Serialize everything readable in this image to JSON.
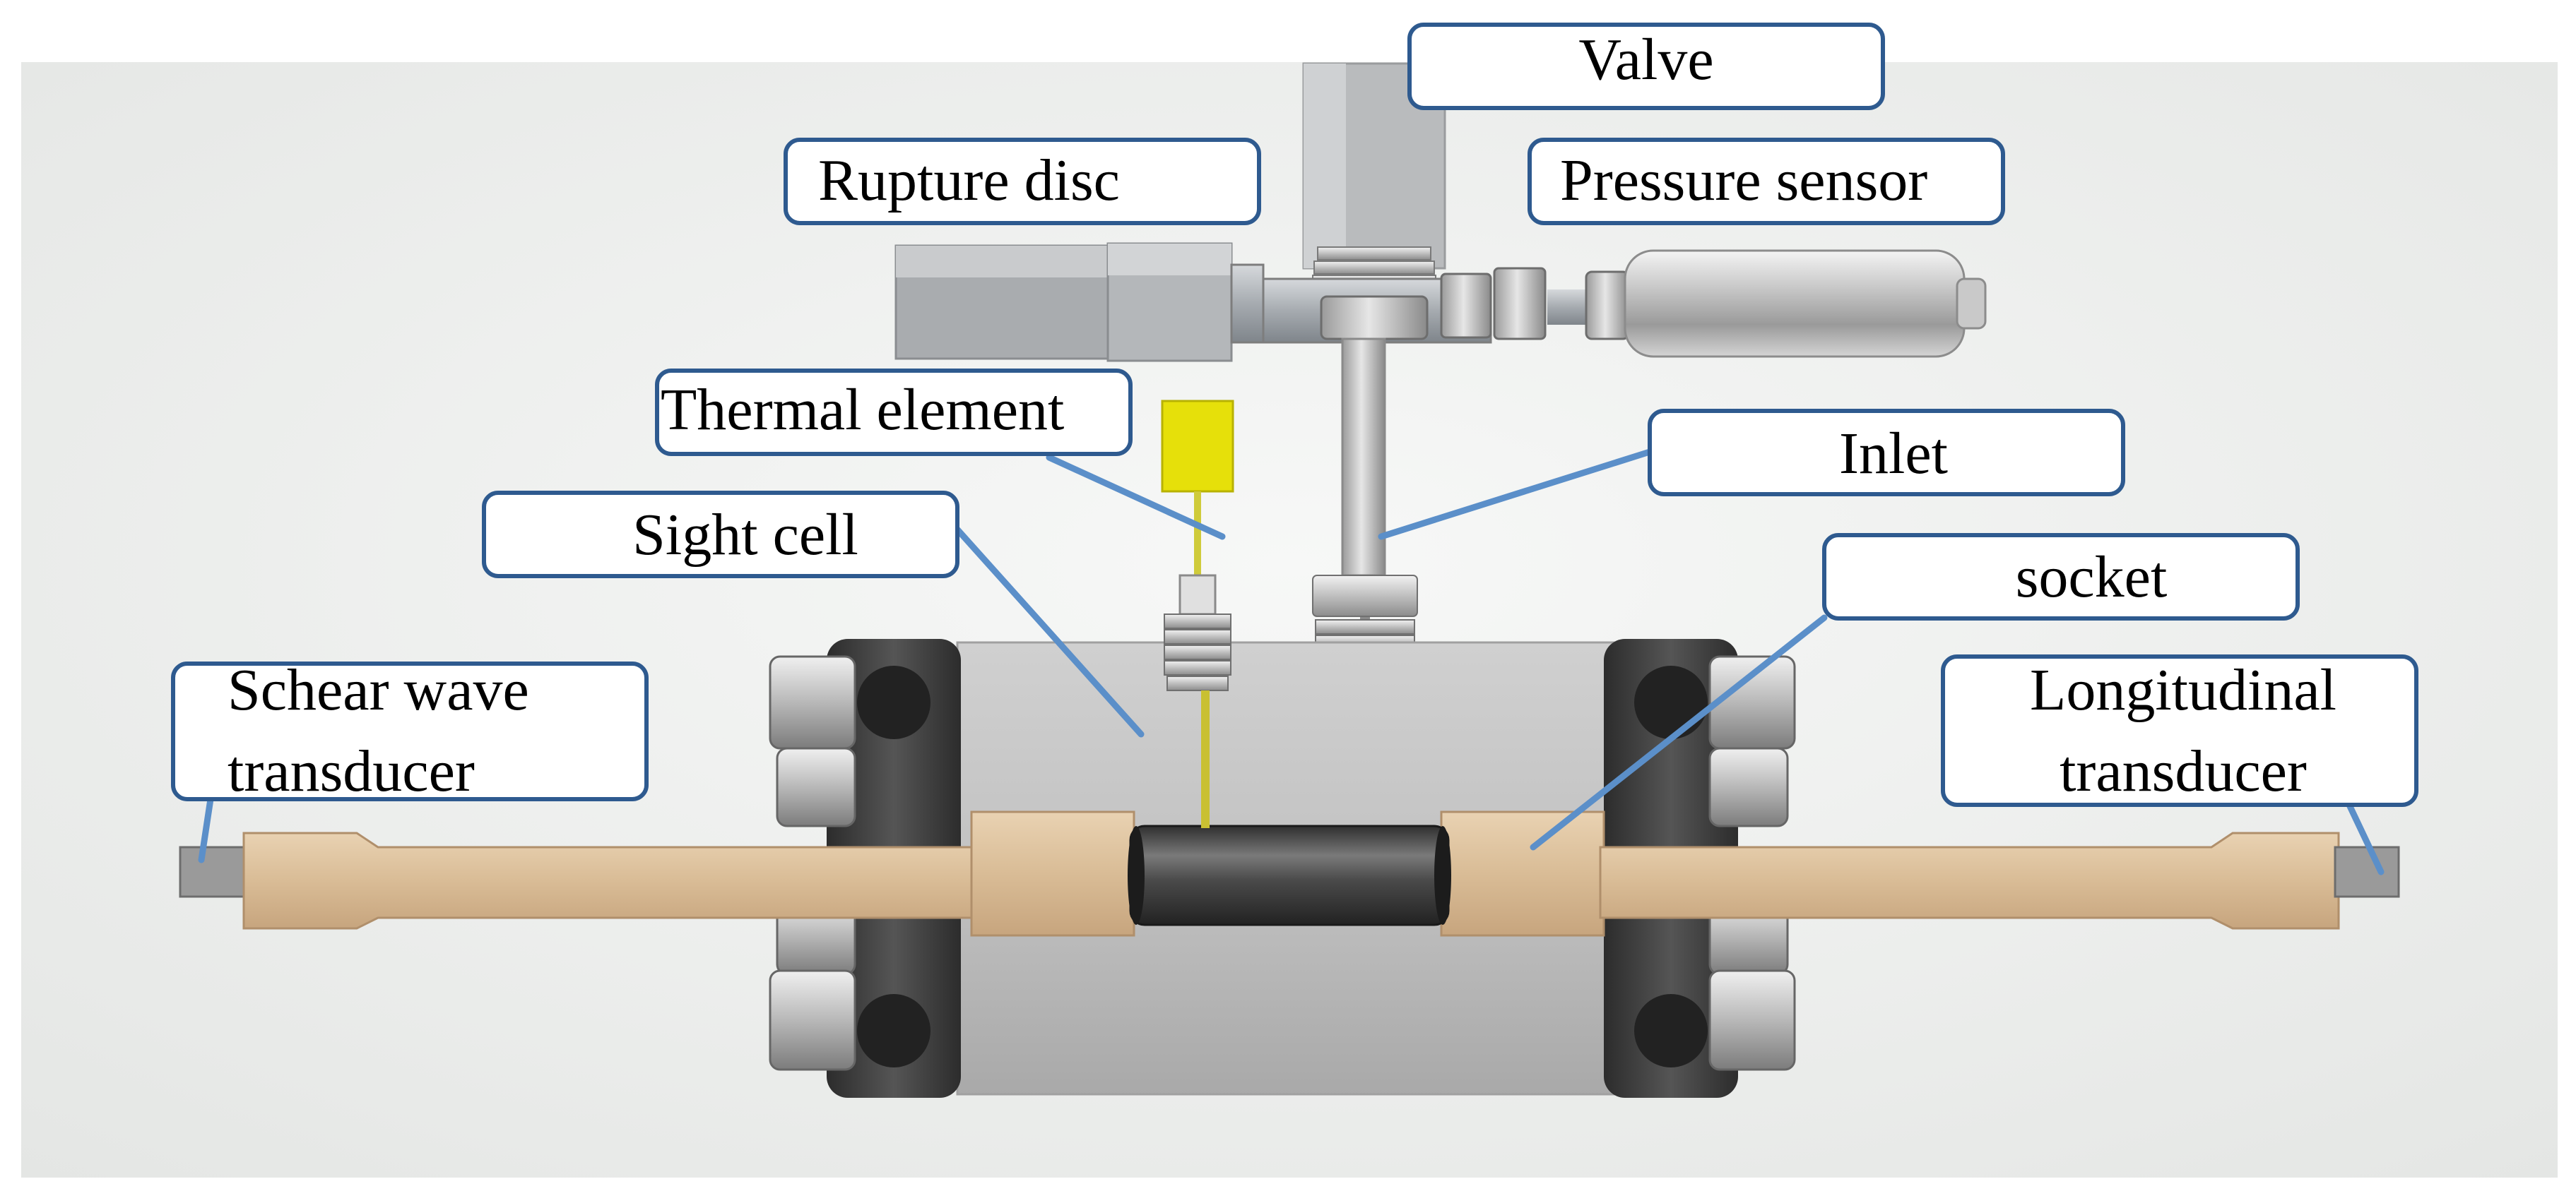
{
  "labels": {
    "valve": "Valve",
    "rupture_disc": "Rupture disc",
    "pressure_sensor": "Pressure sensor",
    "thermal_element": "Thermal element",
    "inlet": "Inlet",
    "sight_cell": "Sight cell",
    "socket": "socket",
    "shear_wave_line1": "Schear wave",
    "shear_wave_line2": "transducer",
    "longitudinal_line1": "Longitudinal",
    "longitudinal_line2": "transducer"
  },
  "colors": {
    "background_panel": "#eeeeee",
    "label_border": "#2e5a8f",
    "leader_line": "#5b8fc9",
    "cell_body": "#c4c4c4",
    "flange": "#3c3c3c",
    "transducer_rod": "#dcc09e",
    "sight_window": "#4a4a4a",
    "thermal_element_tag": "#e6e00a",
    "sealing_tip": "#e0242a"
  }
}
